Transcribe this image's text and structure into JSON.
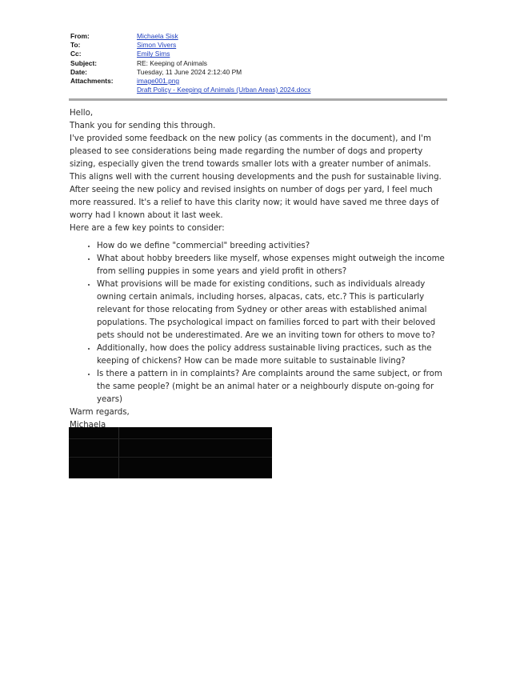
{
  "email_header": {
    "from": {
      "label": "From:",
      "value": "Michaela Sisk"
    },
    "to": {
      "label": "To:",
      "value": "Simon Vivers"
    },
    "cc": {
      "label": "Cc:",
      "value": "Emily Sims"
    },
    "subject": {
      "label": "Subject:",
      "value": "RE: Keeping of Animals"
    },
    "date": {
      "label": "Date:",
      "value": "Tuesday, 11 June 2024 2:12:40 PM"
    },
    "attachments": {
      "label": "Attachments:",
      "items": [
        "image001.png",
        "Draft Policy - Keeping of Animals (Urban Areas) 2024.docx"
      ]
    }
  },
  "body": {
    "greeting": "Hello,",
    "paragraphs": [
      "Thank you for sending this through.",
      "I've provided some feedback on the new policy (as comments in the document), and I'm pleased to see considerations being made regarding the number of dogs and property sizing, especially given the trend towards smaller lots with a greater number of animals. This aligns well with the current housing developments and the push for sustainable living.",
      "After seeing the new policy and revised insights on number of dogs per yard, I feel much more reassured. It's a relief to have this clarity now; it would have saved me three days of worry had I known about it last week.",
      "Here are a few key points to consider:"
    ],
    "points": [
      "How do we define \"commercial\" breeding activities?",
      "What about hobby breeders like myself, whose expenses might outweigh the income from selling puppies in some years and yield profit in others?",
      "What provisions will be made for existing conditions, such as individuals already owning certain animals, including horses, alpacas, cats, etc.? This is particularly relevant for those relocating from Sydney or other areas with established animal populations. The psychological impact on families forced to part with their beloved pets should not be underestimated. Are we an inviting town for others to move to?",
      "Additionally, how does the policy address sustainable living practices, such as the keeping of chickens? How can be made more suitable to sustainable living?",
      "Is there a pattern in in complaints? Are complaints around the same subject, or from the same people? (might be an animal hater or a neighbourly dispute on-going for years)"
    ],
    "closing": "Warm regards,",
    "signature": "Michaela"
  }
}
